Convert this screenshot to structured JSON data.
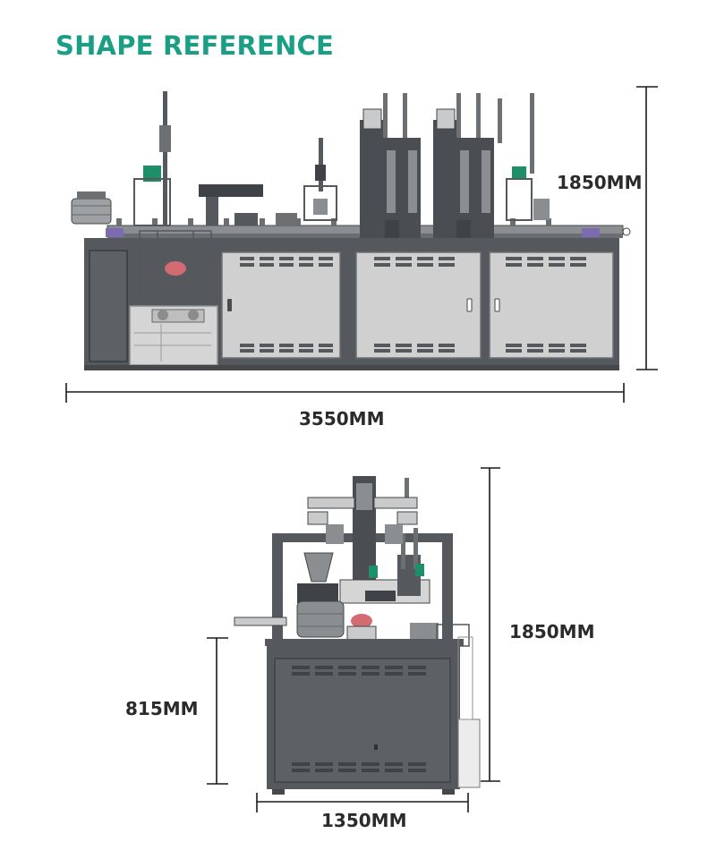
{
  "title": "SHAPE REFERENCE",
  "colors": {
    "title": "#1a9e86",
    "frame": "#54575b",
    "panel": "#cfd0cf",
    "mechanism": "#3f4246",
    "accent_green": "#1f8f6a",
    "accent_purple": "#7d6bb2",
    "dimension_line": "#1a1a1a",
    "dimension_text": "#2b2b2b"
  },
  "front_view": {
    "height_label": "1850MM",
    "width_label": "3550MM"
  },
  "side_view": {
    "height_label": "1850MM",
    "table_height_label": "815MM",
    "width_label": "1350MM"
  }
}
